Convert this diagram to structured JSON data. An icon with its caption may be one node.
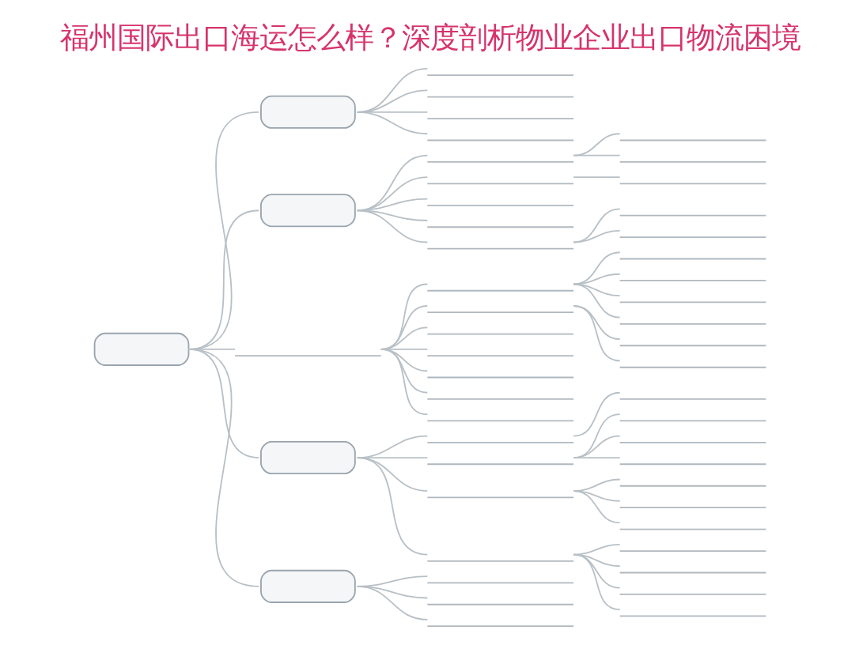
{
  "diagram": {
    "title": "福州国际出口海运怎么样？深度剖析物业企业出口物流困境",
    "nodes": [
      {
        "text": [],
        "shape": "box"
      },
      {
        "text": [],
        "shape": "box"
      },
      {
        "text": [],
        "shape": "bar"
      },
      {
        "text": [],
        "shape": "bar"
      },
      {
        "text": [],
        "shape": "bar"
      },
      {
        "text": [],
        "shape": "bar"
      },
      {
        "text": [],
        "shape": "box"
      },
      {
        "text": [],
        "shape": "bar"
      },
      {
        "text": [],
        "shape": "bar"
      },
      {
        "text": [],
        "shape": "bar"
      },
      {
        "text": [],
        "shape": "bar"
      },
      {
        "text": [],
        "shape": "bar"
      },
      {
        "text": [],
        "shape": "bar"
      },
      {
        "text": [],
        "shape": "bar"
      },
      {
        "text": [],
        "shape": "bar"
      },
      {
        "text": [],
        "shape": "bar"
      },
      {
        "text": [],
        "shape": "bar"
      },
      {
        "text": [],
        "shape": "bar"
      },
      {
        "text": [],
        "shape": "bar"
      },
      {
        "text": [],
        "shape": "bar"
      },
      {
        "text": [],
        "shape": "bar"
      },
      {
        "text": [],
        "shape": "bar"
      },
      {
        "text": [],
        "shape": "bar"
      },
      {
        "text": [],
        "shape": "bar"
      },
      {
        "text": [],
        "shape": "bar"
      },
      {
        "text": [],
        "shape": "bar"
      },
      {
        "text": [],
        "shape": "bar"
      },
      {
        "text": [],
        "shape": "bar"
      },
      {
        "text": [],
        "shape": "bar"
      },
      {
        "text": [],
        "shape": "bar"
      },
      {
        "text": [],
        "shape": "bar"
      },
      {
        "text": [],
        "shape": "box"
      },
      {
        "text": [],
        "shape": "bar"
      },
      {
        "text": [],
        "shape": "bar"
      },
      {
        "text": [],
        "shape": "bar"
      },
      {
        "text": [],
        "shape": "bar"
      },
      {
        "text": [],
        "shape": "bar"
      },
      {
        "text": [],
        "shape": "bar"
      },
      {
        "text": [],
        "shape": "bar"
      },
      {
        "text": [],
        "shape": "bar"
      },
      {
        "text": [],
        "shape": "bar"
      },
      {
        "text": [],
        "shape": "bar"
      },
      {
        "text": [],
        "shape": "bar"
      },
      {
        "text": [],
        "shape": "bar"
      },
      {
        "text": [],
        "shape": "bar"
      },
      {
        "text": [],
        "shape": "bar"
      },
      {
        "text": [],
        "shape": "bar"
      },
      {
        "text": [],
        "shape": "box"
      },
      {
        "text": [],
        "shape": "bar"
      },
      {
        "text": [],
        "shape": "bar"
      },
      {
        "text": [],
        "shape": "bar"
      }
    ],
    "edges": [
      {
        "from": 0,
        "to": 1,
        "arrow": "none"
      },
      {
        "from": 1,
        "to": 2,
        "arrow": "none"
      },
      {
        "from": 1,
        "to": 3,
        "arrow": "none"
      },
      {
        "from": 1,
        "to": 4,
        "arrow": "none"
      },
      {
        "from": 1,
        "to": 5,
        "arrow": "none"
      },
      {
        "from": 0,
        "to": 6,
        "arrow": "none"
      },
      {
        "from": 6,
        "to": 7,
        "arrow": "none"
      },
      {
        "from": 7,
        "to": 8,
        "arrow": "none"
      },
      {
        "from": 7,
        "to": 9,
        "arrow": "none"
      },
      {
        "from": 6,
        "to": 10,
        "arrow": "none"
      },
      {
        "from": 10,
        "to": 11,
        "arrow": "none"
      },
      {
        "from": 6,
        "to": 12,
        "arrow": "none"
      },
      {
        "from": 6,
        "to": 13,
        "arrow": "none"
      },
      {
        "from": 6,
        "to": 14,
        "arrow": "none"
      },
      {
        "from": 14,
        "to": 15,
        "arrow": "none"
      },
      {
        "from": 14,
        "to": 16,
        "arrow": "none"
      },
      {
        "from": 0,
        "to": 17,
        "arrow": "none"
      },
      {
        "from": 17,
        "to": 18,
        "arrow": "none"
      },
      {
        "from": 18,
        "to": 19,
        "arrow": "none"
      },
      {
        "from": 18,
        "to": 20,
        "arrow": "none"
      },
      {
        "from": 18,
        "to": 21,
        "arrow": "none"
      },
      {
        "from": 18,
        "to": 22,
        "arrow": "none"
      },
      {
        "from": 17,
        "to": 23,
        "arrow": "none"
      },
      {
        "from": 23,
        "to": 24,
        "arrow": "none"
      },
      {
        "from": 23,
        "to": 25,
        "arrow": "none"
      },
      {
        "from": 17,
        "to": 26,
        "arrow": "none"
      },
      {
        "from": 17,
        "to": 27,
        "arrow": "none"
      },
      {
        "from": 17,
        "to": 28,
        "arrow": "none"
      },
      {
        "from": 17,
        "to": 29,
        "arrow": "none"
      },
      {
        "from": 17,
        "to": 30,
        "arrow": "none"
      },
      {
        "from": 0,
        "to": 31,
        "arrow": "none"
      },
      {
        "from": 31,
        "to": 32,
        "arrow": "none"
      },
      {
        "from": 32,
        "to": 33,
        "arrow": "none"
      },
      {
        "from": 31,
        "to": 34,
        "arrow": "none"
      },
      {
        "from": 34,
        "to": 35,
        "arrow": "none"
      },
      {
        "from": 34,
        "to": 36,
        "arrow": "none"
      },
      {
        "from": 34,
        "to": 37,
        "arrow": "none"
      },
      {
        "from": 31,
        "to": 38,
        "arrow": "none"
      },
      {
        "from": 38,
        "to": 39,
        "arrow": "none"
      },
      {
        "from": 38,
        "to": 40,
        "arrow": "none"
      },
      {
        "from": 38,
        "to": 41,
        "arrow": "none"
      },
      {
        "from": 31,
        "to": 42,
        "arrow": "none"
      },
      {
        "from": 42,
        "to": 43,
        "arrow": "none"
      },
      {
        "from": 42,
        "to": 44,
        "arrow": "none"
      },
      {
        "from": 42,
        "to": 45,
        "arrow": "none"
      },
      {
        "from": 42,
        "to": 46,
        "arrow": "none"
      },
      {
        "from": 0,
        "to": 47,
        "arrow": "none"
      },
      {
        "from": 47,
        "to": 48,
        "arrow": "none"
      },
      {
        "from": 47,
        "to": 49,
        "arrow": "none"
      },
      {
        "from": 47,
        "to": 50,
        "arrow": "none"
      }
    ]
  }
}
